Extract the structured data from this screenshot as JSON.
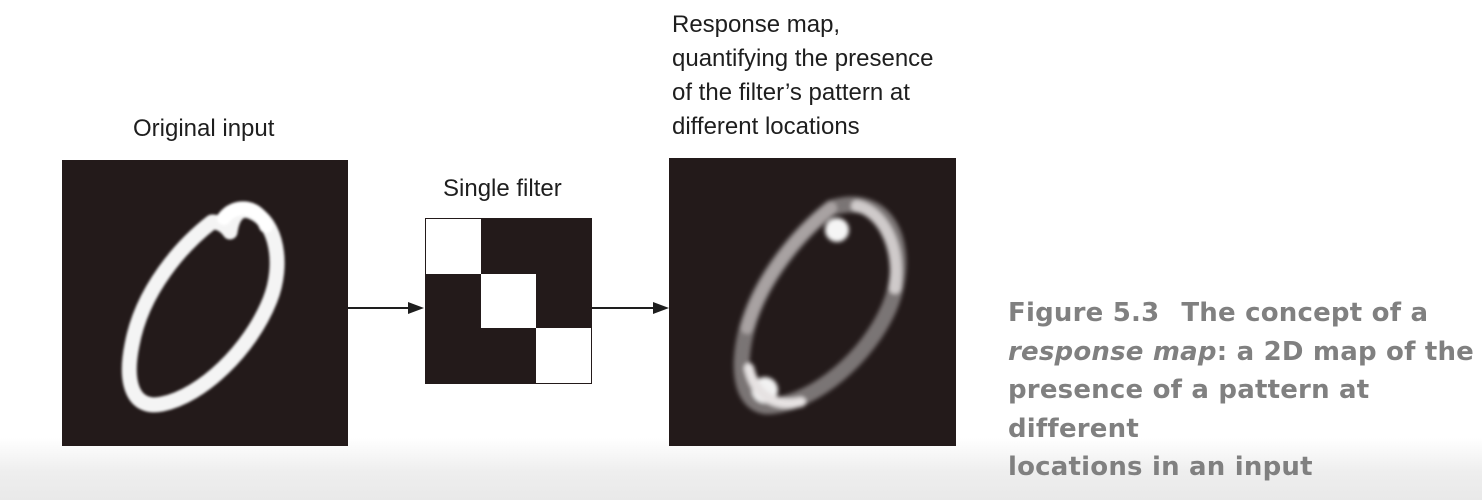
{
  "labels": {
    "original_input": "Original input",
    "single_filter": "Single filter",
    "response_map": [
      "Response map,",
      "quantifying the presence",
      "of the filter’s pattern at",
      "different locations"
    ]
  },
  "filter": {
    "grid": [
      [
        1,
        0,
        0
      ],
      [
        0,
        1,
        0
      ],
      [
        0,
        0,
        1
      ]
    ]
  },
  "caption": {
    "figure_number": "Figure 5.3",
    "lead": "The concept of a",
    "emphasis": "response map",
    "rest_line1": ": a 2D map of the",
    "line2": "presence of a pattern at different",
    "line3": "locations in an input"
  },
  "colors": {
    "panel_background": "#231a1a",
    "stroke": "#ffffff",
    "caption_text": "#808080",
    "label_text": "#1e1e1e"
  }
}
